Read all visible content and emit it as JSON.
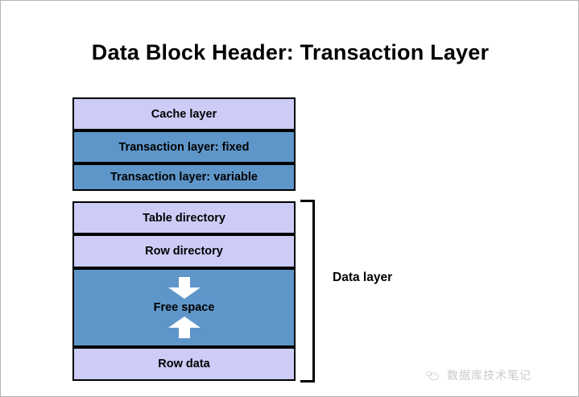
{
  "page": {
    "title": "Data Block Header: Transaction Layer"
  },
  "colors": {
    "lavender": "#ccccf7",
    "blue": "#5e96c9",
    "border": "#000000",
    "background": "#ffffff",
    "watermark": "#cacaca"
  },
  "diagram": {
    "transaction_group": [
      {
        "label": "Cache layer",
        "fill": "lavender"
      },
      {
        "label": "Transaction layer: fixed",
        "fill": "blue"
      },
      {
        "label": "Transaction layer: variable",
        "fill": "blue"
      }
    ],
    "data_group": [
      {
        "label": "Table directory",
        "fill": "lavender"
      },
      {
        "label": "Row directory",
        "fill": "lavender"
      },
      {
        "label": "Free space",
        "fill": "blue"
      },
      {
        "label": "Row data",
        "fill": "lavender"
      }
    ],
    "free_space": {
      "label": "Free space",
      "arrow_down": "down-arrow-icon",
      "arrow_up": "up-arrow-icon"
    },
    "bracket_label": "Data layer"
  },
  "watermark": {
    "text": "数据库技术笔记",
    "icon": "cloud-logo-icon"
  }
}
